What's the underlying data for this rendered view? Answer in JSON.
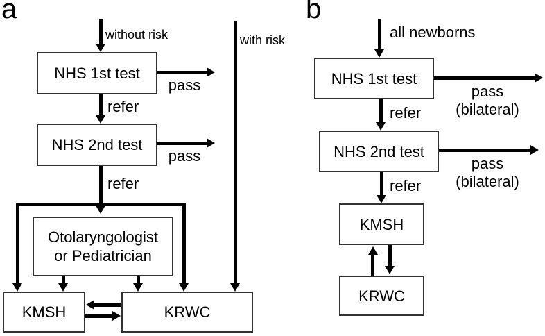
{
  "colors": {
    "ink": "#000000",
    "box_border": "#333333",
    "background": "#ffffff"
  },
  "panel_a": {
    "label": "a",
    "entry_arrow_label": "without risk",
    "risk_arrow_label": "with risk",
    "nhs1": "NHS 1st test",
    "nhs2": "NHS 2nd test",
    "specialist_line1": "Otolaryngologist",
    "specialist_line2": "or Pediatrician",
    "kmsh": "KMSH",
    "krwc": "KRWC",
    "pass1": "pass",
    "pass2": "pass",
    "refer1": "refer",
    "refer2": "refer"
  },
  "panel_b": {
    "label": "b",
    "entry_arrow_label": "all newborns",
    "nhs1": "NHS 1st test",
    "nhs2": "NHS 2nd test",
    "kmsh": "KMSH",
    "krwc": "KRWC",
    "pass1_line1": "pass",
    "pass1_line2": "(bilateral)",
    "pass2_line1": "pass",
    "pass2_line2": "(bilateral)",
    "refer1": "refer",
    "refer2": "refer"
  }
}
